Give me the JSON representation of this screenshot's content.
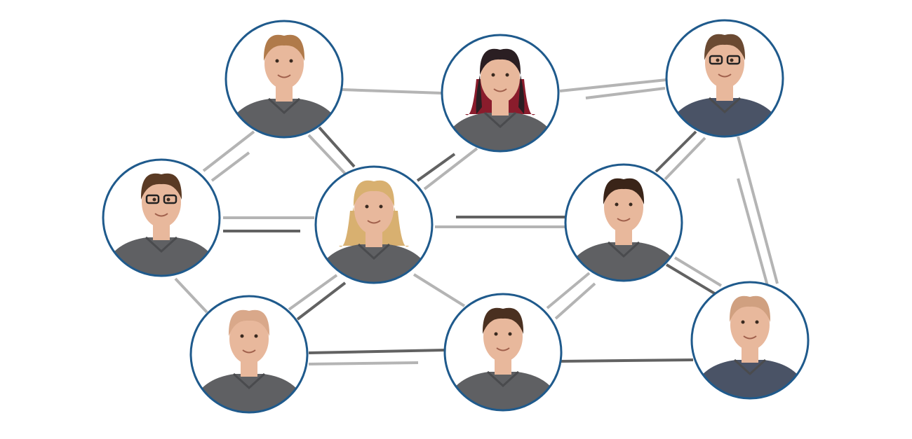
{
  "colors": {
    "ring": "#1f5a8c",
    "line_light": "#b4b4b4",
    "line_dark": "#626262",
    "shirt": "#5f6063",
    "shirt_navy": "#4a5366",
    "skin": "#e8b89c",
    "background": "#ffffff"
  },
  "nodes": [
    {
      "hair": "#b07a4a",
      "shirt": "shirt",
      "glasses": false
    },
    {
      "hair": "#2a1e22",
      "shirt": "shirt",
      "glasses": false,
      "long_hair": true,
      "tips": "#8a1c2c"
    },
    {
      "hair": "#6b4a32",
      "shirt": "shirt_navy",
      "glasses": true
    },
    {
      "hair": "#5a3a24",
      "shirt": "shirt",
      "glasses": true
    },
    {
      "hair": "#d8b070",
      "shirt": "shirt",
      "glasses": false,
      "long_hair": true
    },
    {
      "hair": "#3a2418",
      "shirt": "shirt",
      "glasses": false
    },
    {
      "hair": "#d9a88a",
      "shirt": "shirt",
      "glasses": false
    },
    {
      "hair": "#4a3020",
      "shirt": "shirt",
      "glasses": false
    },
    {
      "hair": "#d0a080",
      "shirt": "shirt_navy",
      "glasses": false
    }
  ]
}
